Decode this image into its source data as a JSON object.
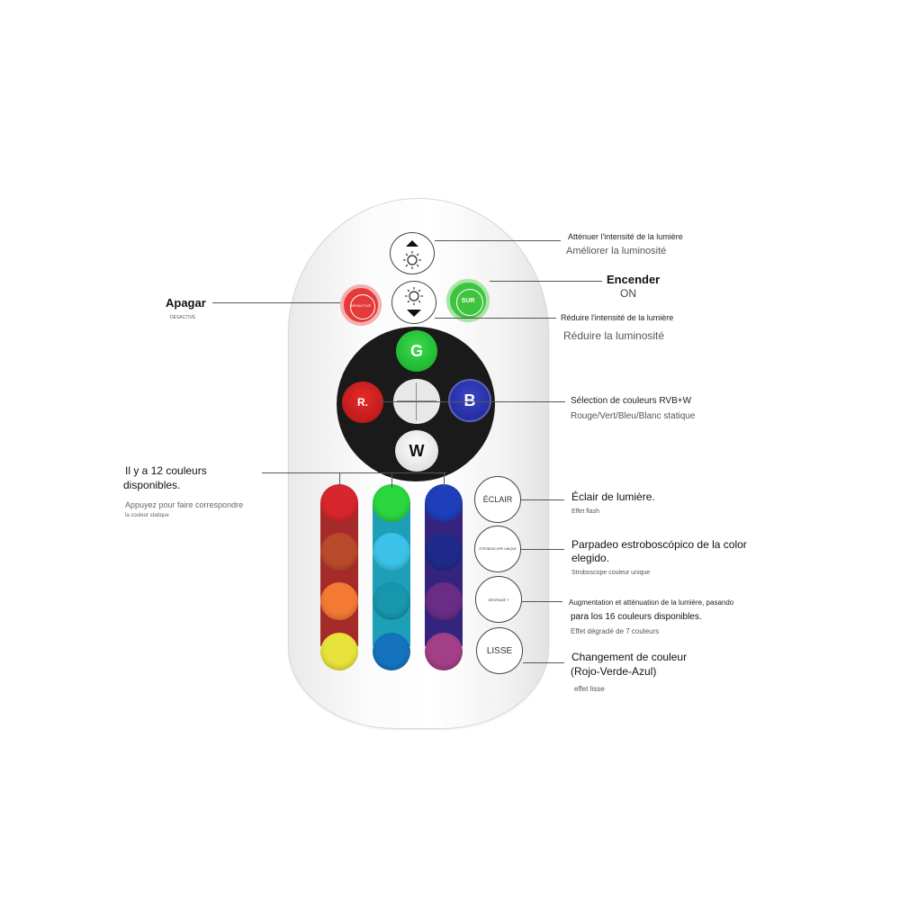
{
  "remote": {
    "power_off_label": "DÉSACTIVÉ",
    "power_on_label": "SUR",
    "rgbw": {
      "g": "G",
      "r": "R.",
      "b": "B",
      "w": "W"
    },
    "modes": {
      "flash": "ÉCLAIR",
      "strobe": "STROBOSCOPE UNIQUE",
      "fade": "DÉGRADÉ 7",
      "smooth": "LISSE"
    },
    "color_buttons": [
      [
        "#d8262c",
        "#ba4a2c",
        "#f47a34",
        "#e8e33a"
      ],
      [
        "#2bd640",
        "#3cc2e8",
        "#1896ac",
        "#1573be"
      ],
      [
        "#1f3fba",
        "#202a8a",
        "#6a2d86",
        "#a23f86"
      ]
    ],
    "color_stripes": [
      "#b62a2a",
      "#1fa8c0",
      "#3a2a8a"
    ]
  },
  "annotations": {
    "brightness_up": {
      "line1": "Atténuer l'intensité de la lumière",
      "line2": "Améliorer la luminosité"
    },
    "power_on": {
      "title": "Encender",
      "subtitle": "ON"
    },
    "power_off": {
      "title": "Apagar",
      "subtitle": "DÉSACTIVÉ"
    },
    "brightness_down": {
      "line1": "Réduire l'intensité de la lumière",
      "line2": "Réduire la luminosité"
    },
    "rgbw": {
      "line1": "Sélection de couleurs RVB+W",
      "line2": "Rouge/Vert/Bleu/Blanc statique"
    },
    "colors": {
      "line1": "Il y a 12 couleurs",
      "line2": "disponibles.",
      "line3": "Appuyez pour faire correspondre",
      "line4": "la couleur statique"
    },
    "flash": {
      "title": "Éclair de lumière.",
      "subtitle": "Effet flash"
    },
    "strobe": {
      "title1": "Parpadeo estroboscópico de la color",
      "title2": "elegido.",
      "subtitle": "Stroboscope couleur unique"
    },
    "fade": {
      "line1": "Augmentation et atténuation de la lumière, pasando",
      "line2": "para los 16 couleurs disponibles.",
      "line3": "Effet dégradé de 7 couleurs"
    },
    "smooth": {
      "title1": "Changement de couleur",
      "title2": "(Rojo-Verde-Azul)",
      "subtitle": "effet lisse"
    }
  }
}
